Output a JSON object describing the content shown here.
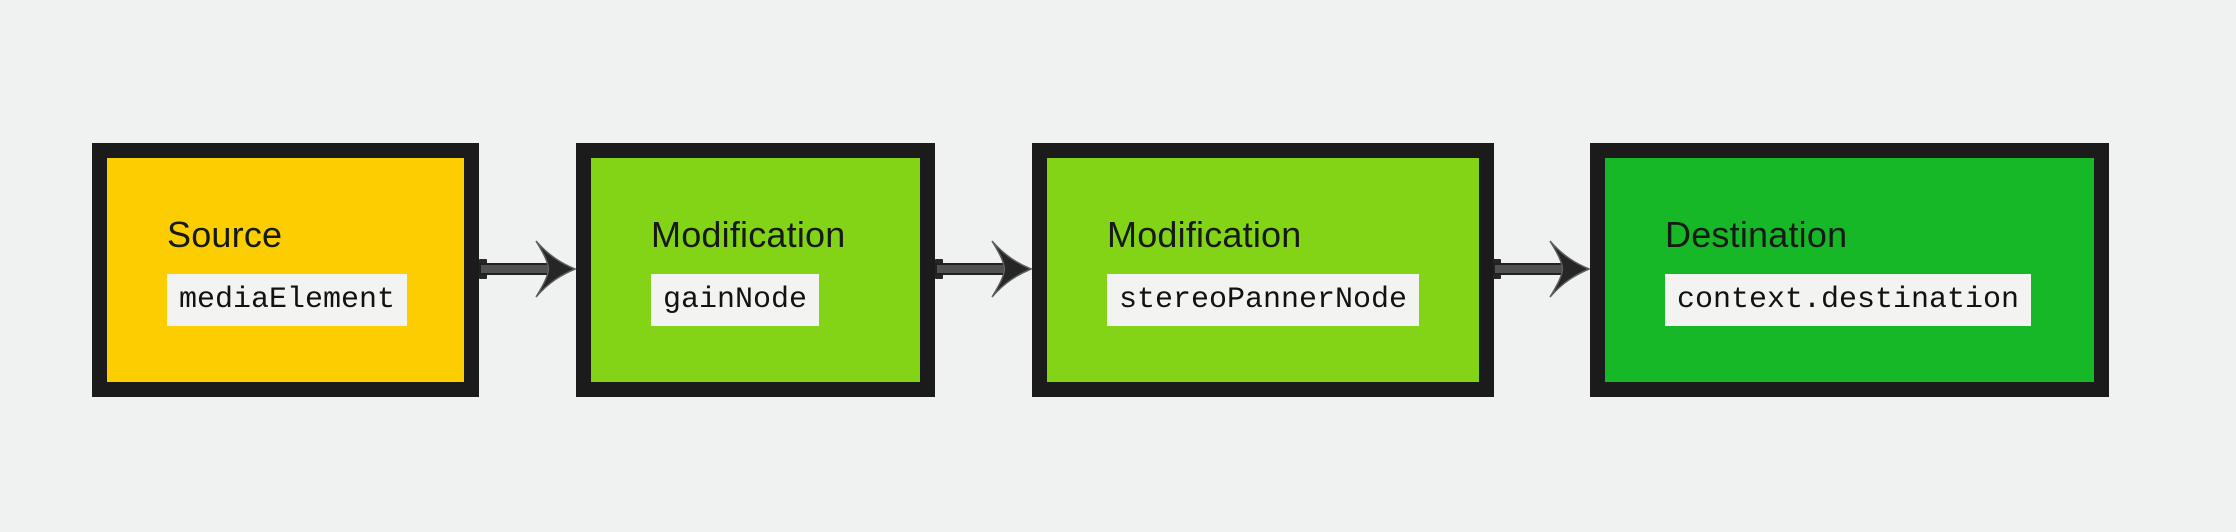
{
  "diagram": {
    "background": "#f0f1f1",
    "node_border": "#1b1b1b",
    "chip_background": "#f3f3f1",
    "label_color": "#161a14",
    "code_color": "#121212",
    "arrow": {
      "icon": "arrow-right-icon",
      "head": "#262626",
      "shaft": "#515151",
      "outline": "#212121"
    },
    "nodes": [
      {
        "type": "Source",
        "code": "mediaElement",
        "fill": "#fccd00"
      },
      {
        "type": "Modification",
        "code": "gainNode",
        "fill": "#83d417"
      },
      {
        "type": "Modification",
        "code": "stereoPannerNode",
        "fill": "#83d417"
      },
      {
        "type": "Destination",
        "code": "context.destination",
        "fill": "#17b827"
      }
    ],
    "connections": [
      {
        "from": "mediaElement",
        "to": "gainNode"
      },
      {
        "from": "gainNode",
        "to": "stereoPannerNode"
      },
      {
        "from": "stereoPannerNode",
        "to": "context.destination"
      }
    ]
  }
}
